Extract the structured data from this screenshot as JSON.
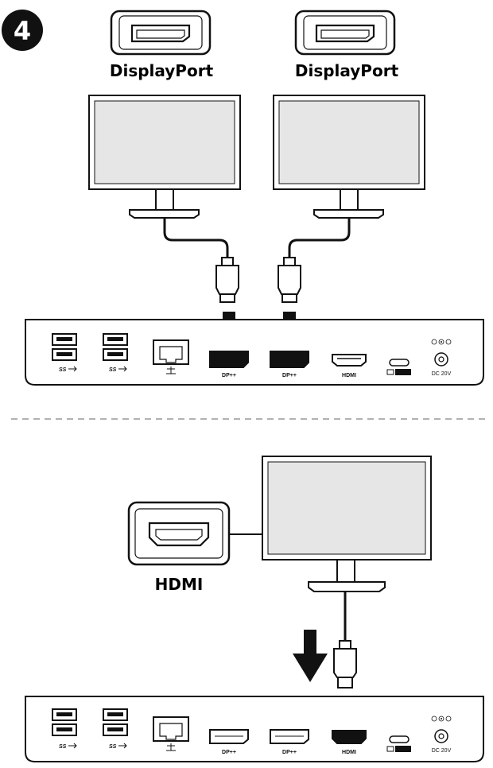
{
  "step": {
    "number": "4"
  },
  "top_section": {
    "connector_labels": [
      "DisplayPort",
      "DisplayPort"
    ],
    "dock_ports": {
      "usb_symbol": "SS",
      "dp_labels": [
        "DP++",
        "DP++"
      ],
      "hdmi_label": "HDMI",
      "dc_label": "DC 20V"
    }
  },
  "bottom_section": {
    "connector_label": "HDMI",
    "dock_ports": {
      "usb_symbol": "SS",
      "dp_labels": [
        "DP++",
        "DP++"
      ],
      "hdmi_label": "HDMI",
      "dc_label": "DC 20V"
    }
  },
  "colors": {
    "ink": "#111111",
    "screen": "#e6e6e6",
    "background": "#ffffff"
  }
}
